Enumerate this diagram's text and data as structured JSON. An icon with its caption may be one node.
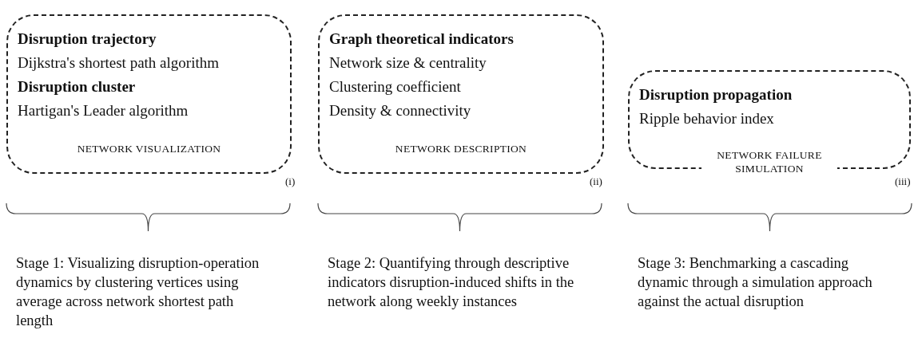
{
  "diagram": {
    "nodes": [
      {
        "text": [
          "Disruption trajectory",
          "Dijkstra's shortest path algorithm",
          "Disruption cluster",
          "Hartigan's Leader algorithm",
          "NETWORK VISUALIZATION"
        ],
        "beside": [
          "(i)"
        ]
      },
      {
        "text": [
          "Graph theoretical indicators",
          "Network size & centrality",
          "Clustering coefficient",
          "Density & connectivity",
          "NETWORK DESCRIPTION"
        ],
        "beside": [
          "(ii)"
        ]
      },
      {
        "text": [
          "Disruption propagation",
          "Ripple behavior index",
          "NETWORK FAILURE SIMULATION"
        ],
        "beside": [
          "(iii)"
        ]
      }
    ],
    "edges": [],
    "labels": [
      "Stage 1: Visualizing disruption-operation dynamics by clustering vertices using average across network shortest path length",
      "Stage 2: Quantifying through descriptive indicators disruption-induced shifts in the network along weekly instances",
      "Stage 3: Benchmarking a cascading dynamic through a simulation approach against the actual disruption"
    ]
  }
}
